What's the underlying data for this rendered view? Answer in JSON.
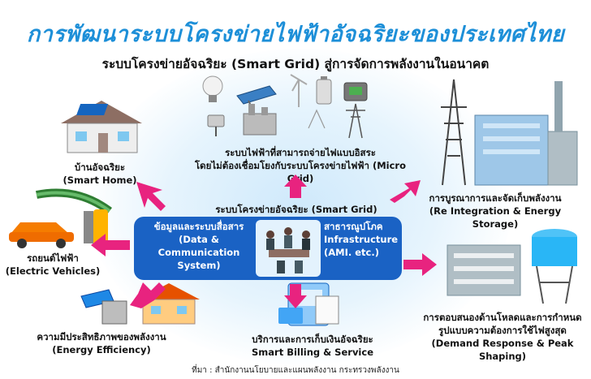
{
  "title": "การพัฒนาระบบโครงข่ายไฟฟ้าอัจฉริยะของประเทศไทย",
  "subtitle": "ระบบโครงข่ายอัจฉริยะ (Smart Grid) สู่การจัดการพลังงานในอนาคต",
  "center": {
    "label": "ระบบโครงข่ายอัจฉริยะ (Smart Grid)",
    "left_th": "ข้อมูลและระบบสื่อสาร",
    "left_en_1": "(Data & Communication",
    "left_en_2": "System)",
    "right_th": "สาธารณูปโภค",
    "right_en_1": "Infrastructure",
    "right_en_2": "(AMI. etc.)"
  },
  "nodes": {
    "micro_grid": {
      "line1": "ระบบไฟฟ้าที่สามารถจ่ายไฟแบบอิสระ",
      "line2": "โดยไม่ต้องเชื่อมโยงกับระบบโครงข่ายไฟฟ้า (Micro Grid)"
    },
    "smart_home": {
      "th": "บ้านอัจฉริยะ",
      "en": "(Smart Home)"
    },
    "ev": {
      "th": "รถยนต์ไฟฟ้า",
      "en": "(Electric Vehicles)"
    },
    "efficiency": {
      "th": "ความมีประสิทธิภาพของพลังงาน",
      "en": "(Energy Efficiency)"
    },
    "billing": {
      "th": "บริการและการเก็บเงินอัจฉริยะ",
      "en": "Smart Billing & Service"
    },
    "storage": {
      "th": "การบูรณาการและจัดเก็บพลังงาน",
      "en": "(Re Integration & Energy Storage)"
    },
    "demand": {
      "th1": "การตอบสนองด้านโหลดและการกำหนด",
      "th2": "รูปแบบความต้องการใช้ไฟสูงสุด",
      "en": "(Demand Response & Peak Shaping)"
    }
  },
  "source": "ที่มา : สำนักงานนโยบายและแผนพลังงาน กระทรวงพลังงาน",
  "colors": {
    "title": "#1d8fd8",
    "arrow": "#e8237f",
    "center_box": "#1a62c4"
  },
  "icons": [
    "light-bulb-icon",
    "solar-panel-icon",
    "wind-turbine-icon",
    "battery-icon",
    "generator-icon",
    "plug-icon",
    "power-plant-icon",
    "transmission-tower-icon",
    "house-icon",
    "ev-charger-icon",
    "factory-icon",
    "water-tower-icon",
    "smart-meter-icon",
    "people-meeting-icon"
  ]
}
